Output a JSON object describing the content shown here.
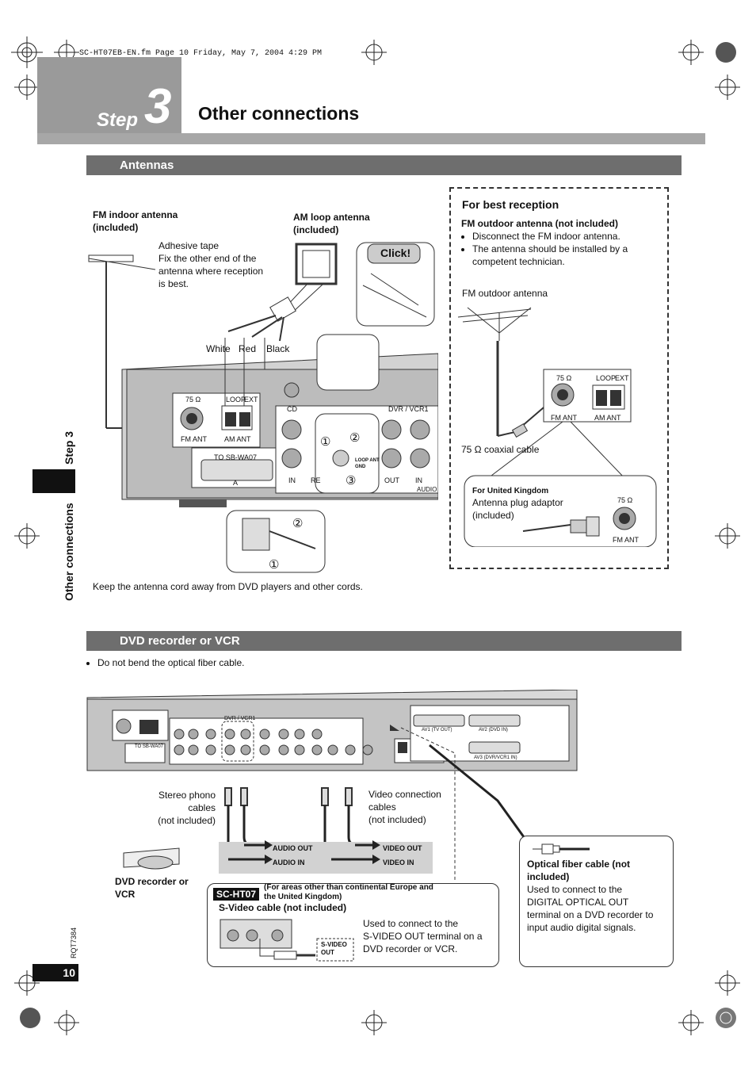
{
  "file_header": "SC-HT07EB-EN.fm  Page 10  Friday, May 7, 2004  4:29 PM",
  "step": {
    "word": "Step",
    "number": "3"
  },
  "page_title": "Other connections",
  "side_tab": {
    "step": "Step 3",
    "section": "Other connections"
  },
  "antennas": {
    "heading": "Antennas",
    "fm_indoor": "FM indoor antenna\n(included)",
    "am_loop": "AM loop antenna\n(included)",
    "adhesive_tape": "Adhesive tape",
    "adhesive_note": "Fix the other end of the\nantenna where reception\nis best.",
    "click": "Click!",
    "wire_labels": [
      "White",
      "Red",
      "Black"
    ],
    "panel": {
      "ohm": "75 Ω",
      "loop": "LOOP",
      "ext": "EXT",
      "fm_ant": "FM ANT",
      "am_ant": "AM ANT",
      "to_sb": "TO SB-WA07",
      "cd": "CD",
      "dvr_vcr1": "DVR / VCR1",
      "in": "IN",
      "out": "OUT",
      "in2": "IN",
      "re": "RE",
      "audio": "AUDIO",
      "loop_ant_gnd": "LOOP ANT\nGND",
      "a": "A"
    },
    "steps": [
      "①",
      "②",
      "③"
    ],
    "keep_away": "Keep the antenna cord away from DVD players and other cords.",
    "best": {
      "title": "For best reception",
      "fm_outdoor_title": "FM outdoor antenna (not included)",
      "bullets": [
        "Disconnect the FM indoor antenna.",
        "The antenna should be installed by a competent technician."
      ],
      "fm_outdoor_antenna": "FM outdoor antenna",
      "coax": "75 Ω coaxial cable",
      "uk_title": "For United Kingdom",
      "adaptor": "Antenna plug adaptor\n(included)",
      "ohm": "75 Ω",
      "fm_ant": "FM ANT"
    }
  },
  "dvd": {
    "heading": "DVD recorder or VCR",
    "bullet": "Do not bend the optical fiber cable.",
    "stereo": "Stereo phono\ncables\n(not included)",
    "video_cables": "Video connection\ncables\n(not included)",
    "audio_out": "AUDIO OUT",
    "audio_in": "AUDIO IN",
    "video_out": "VIDEO OUT",
    "video_in": "VIDEO IN",
    "dvd_rec": "DVD recorder or\nVCR",
    "model": "SC-HT07",
    "areas": "(For areas other than continental Europe and\nthe United Kingdom)",
    "svideo_title": "S-Video cable (not included)",
    "svideo_note": "Used to connect to the\nS-VIDEO OUT terminal on a\nDVD recorder or VCR.",
    "svideo_out": "S-VIDEO\nOUT",
    "optical_title": "Optical fiber cable (not\nincluded)",
    "optical_note": "Used to connect to the\nDIGITAL OPTICAL OUT\nterminal on a DVD recorder to\ninput audio digital signals.",
    "rear_labels": {
      "dvr_vcr1": "DVR / VCR1",
      "av1": "AV1 (TV OUT)",
      "av2": "AV2 (DVD IN)",
      "av3": "AV3 (DVR/VCR1 IN)",
      "to_sb": "TO SB-WA07"
    }
  },
  "doc_code": "RQT7384",
  "page_number": "10"
}
